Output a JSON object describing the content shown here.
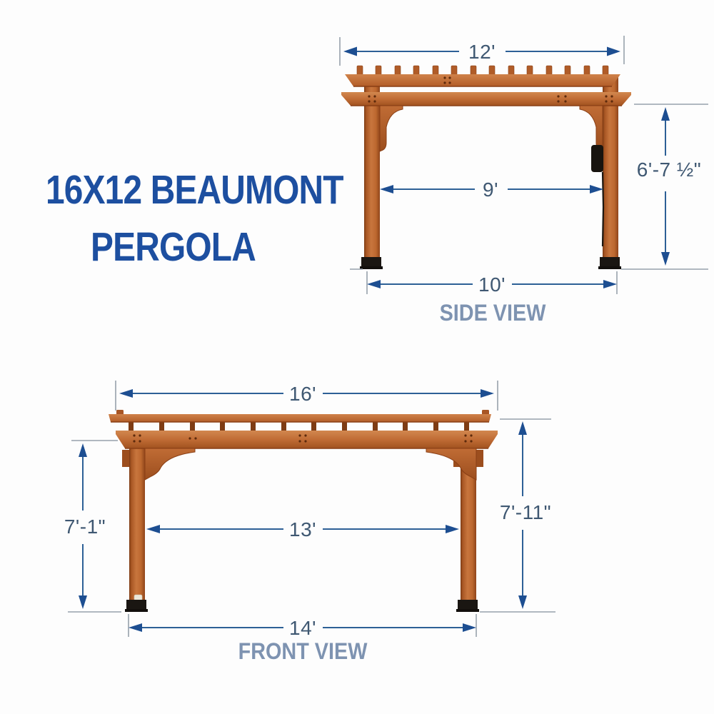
{
  "page": {
    "background": "#fdfdfd",
    "title": {
      "line1": "16X12 BEAUMONT",
      "line2": "PERGOLA"
    }
  },
  "side_view": {
    "label": "SIDE VIEW",
    "dims": {
      "top_width": "12'",
      "post_span_inner": "9'",
      "post_span_outer": "10'",
      "clearance_height": "6'-7 ½\""
    }
  },
  "front_view": {
    "label": "FRONT VIEW",
    "dims": {
      "top_width": "16'",
      "post_span_inner": "13'",
      "post_span_outer": "14'",
      "clearance_height": "7'-1\"",
      "overall_height": "7'-11\""
    }
  },
  "colors": {
    "title_blue": "#1d4fa0",
    "view_label_blue_gray": "#7e93b1",
    "dimension_line_blue": "#2d6096",
    "arrowhead_navy": "#1d4e91",
    "dimension_text_slate": "#3f5872",
    "extension_line_gray": "#97a1ab",
    "wood_light": "#d2884f",
    "wood_main": "#c06c35",
    "wood_dark": "#8a431c",
    "hardware_black": "#1a1612"
  }
}
